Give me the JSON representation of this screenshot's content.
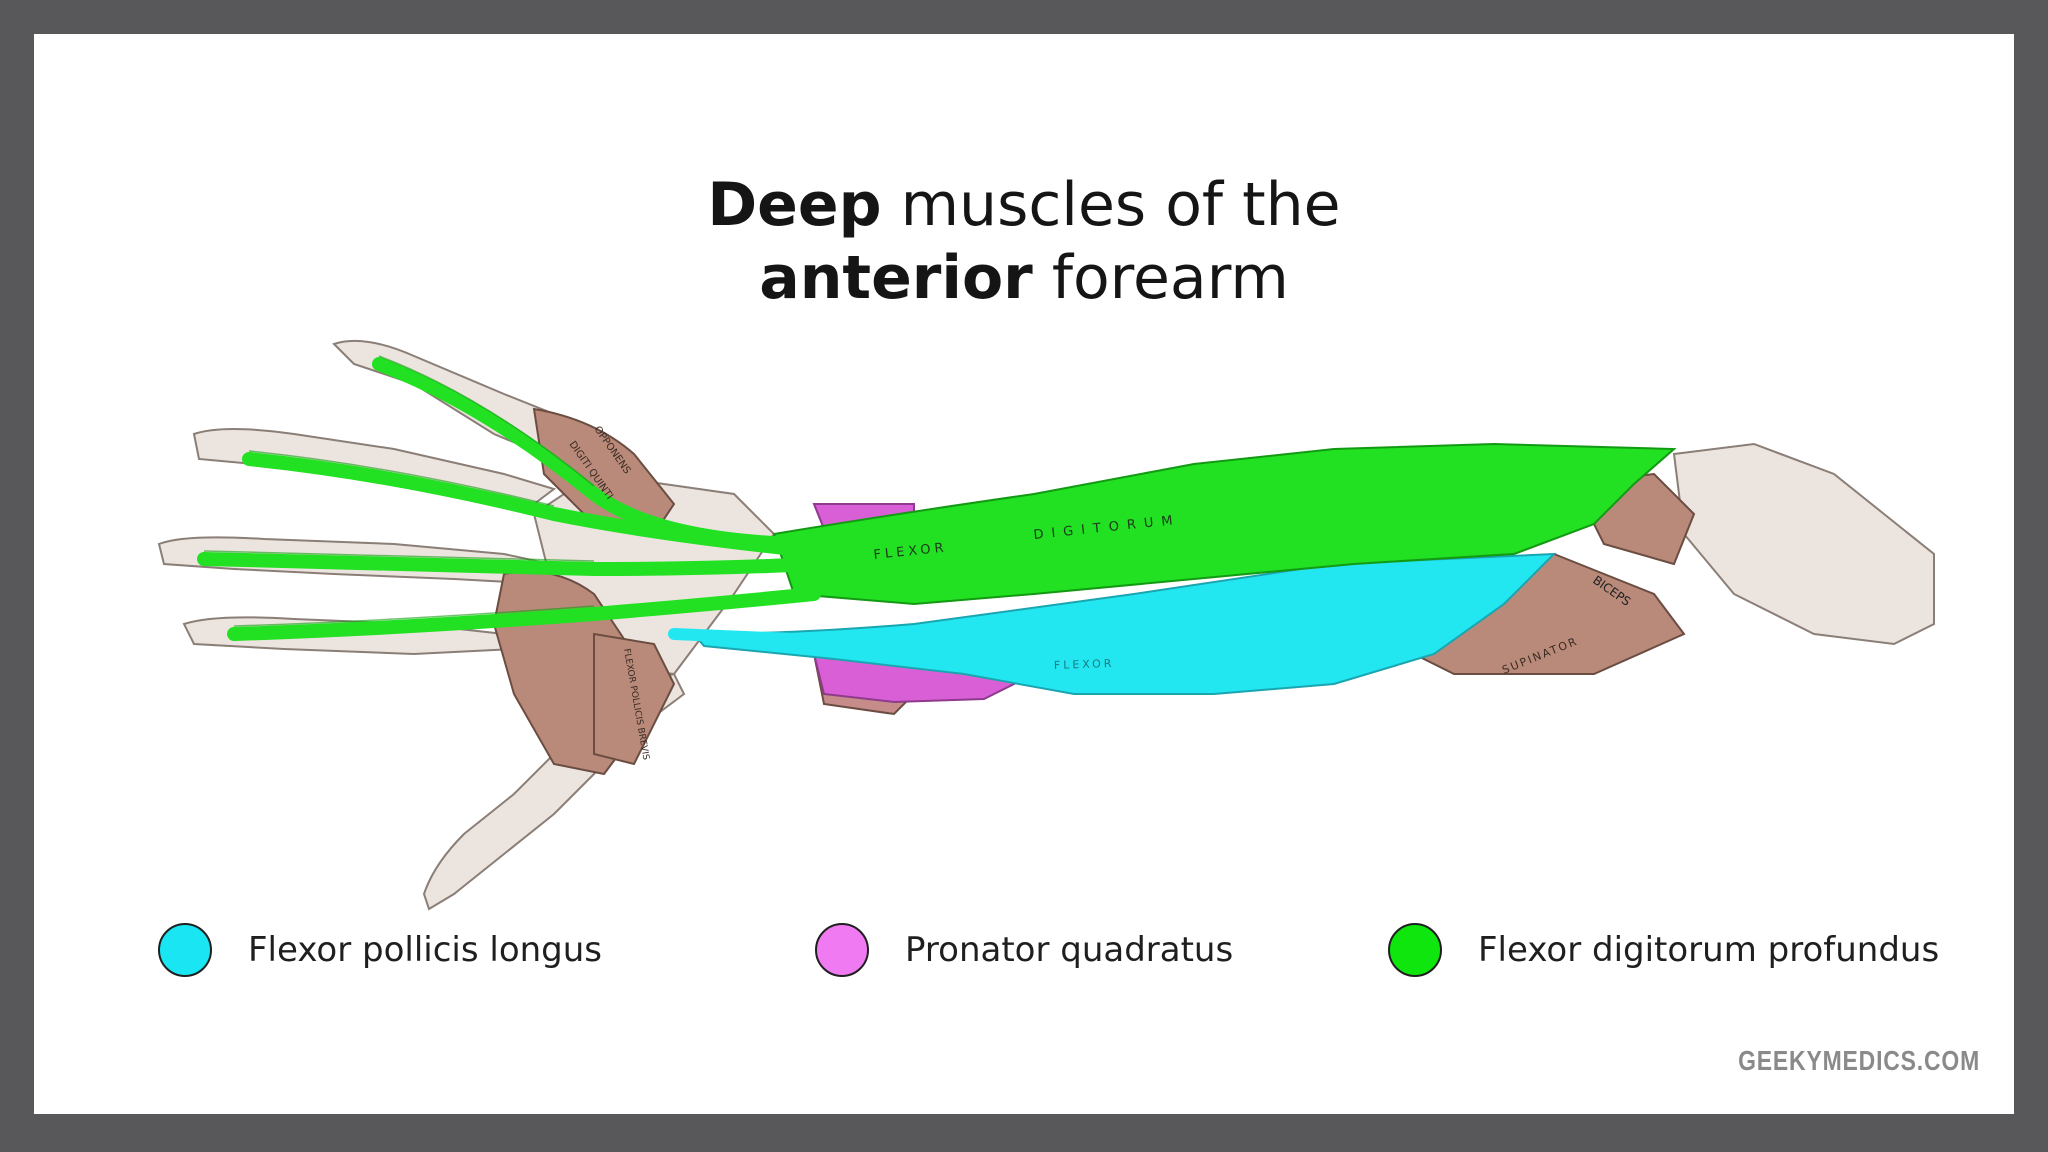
{
  "title": {
    "line1_bold": "Deep",
    "line1_rest": " muscles of the",
    "line2_bold": "anterior",
    "line2_rest": " forearm"
  },
  "diagram_labels": {
    "flexor": "FLEXOR",
    "digitorum": "DIGITORUM",
    "biceps": "BICEPS",
    "supinator": "SUPINATOR",
    "opponens": "OPPONENS",
    "digiti_quinti": "DIGITI QUINTI",
    "flexor_pollicis_brevis": "FLEXOR POLLICIS BREVIS",
    "flexor_longus": "FLEXOR"
  },
  "legend": [
    {
      "label": "Flexor pollicis longus",
      "color": "#19e6f2"
    },
    {
      "label": "Pronator quadratus",
      "color": "#f07af2"
    },
    {
      "label": "Flexor digitorum profundus",
      "color": "#0ee60e"
    }
  ],
  "brand": "GEEKYMEDICS.COM",
  "colors": {
    "frame": "#58585a",
    "muscle": "#b98a7a",
    "bone": "#ece5df",
    "fdp_green": "#22e022",
    "fpl_cyan": "#22e6f0",
    "pq_magenta": "#d95fd6"
  }
}
